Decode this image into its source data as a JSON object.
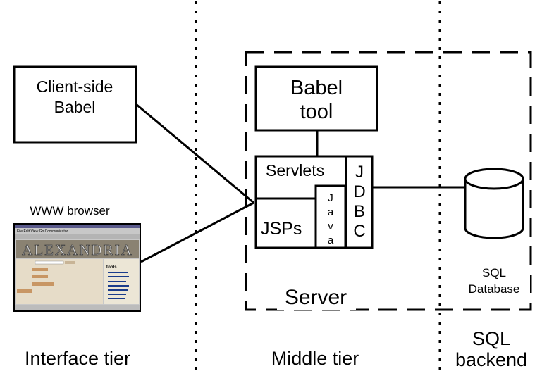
{
  "boxes": {
    "client_babel": [
      "Client-side",
      "Babel"
    ],
    "babel_tool": [
      "Babel",
      "tool"
    ],
    "servlets": "Servlets",
    "jsps": "JSPs",
    "java": [
      "J",
      "a",
      "v",
      "a"
    ],
    "jdbc": [
      "J",
      "D",
      "B",
      "C"
    ]
  },
  "labels": {
    "www_browser": "WWW browser",
    "server": "Server",
    "sql_database": [
      "SQL",
      "Database"
    ]
  },
  "tiers": {
    "interface": "Interface tier",
    "middle": "Middle tier",
    "sql_backend": [
      "SQL",
      "backend"
    ]
  },
  "browser_thumbnail": {
    "menu": "File  Edit  View  Go  Communicator",
    "banner": "ALEXANDRIA",
    "tools_heading": "Tools",
    "colors": {
      "window": "#c8c8c8",
      "bar": "#5a5a8c",
      "banner_bg": "#8a8272",
      "panel": "#e6dcc8",
      "button": "#c89664"
    }
  }
}
